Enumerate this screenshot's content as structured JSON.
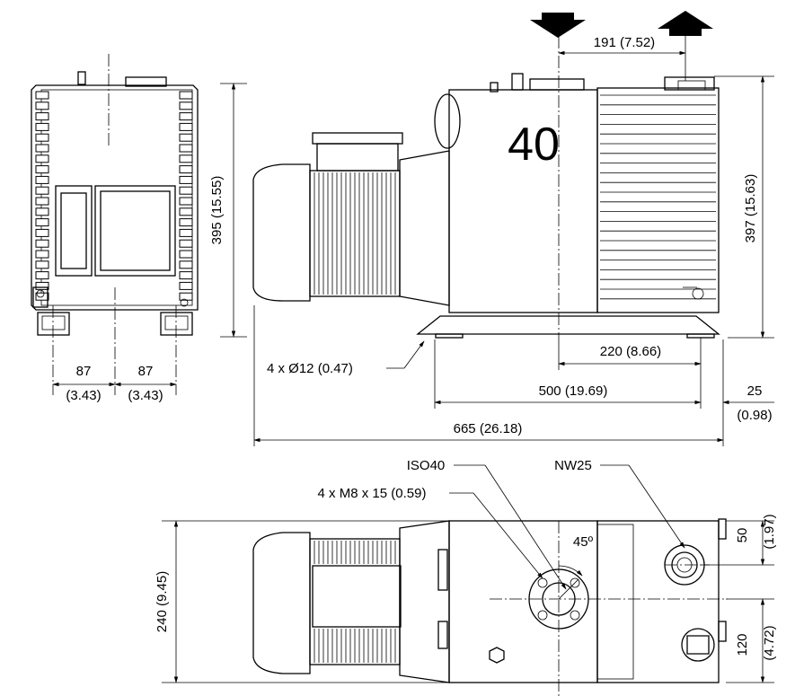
{
  "model_number": "40",
  "dims": {
    "d191": "191 (7.52)",
    "d395": "395 (15.55)",
    "d397": "397 (15.63)",
    "d87a": "87",
    "d87a_in": "(3.43)",
    "d87b": "87",
    "d87b_in": "(3.43)",
    "holes": "4 x Ø12 (0.47)",
    "d220": "220 (8.66)",
    "d500": "500 (19.69)",
    "d25": "25",
    "d25_in": "(0.98)",
    "d665": "665 (26.18)",
    "d240": "240 (9.45)",
    "d50": "50",
    "d50_in": "(1.97)",
    "d120": "120",
    "d120_in": "(4.72)",
    "angle": "45º"
  },
  "labels": {
    "iso": "ISO40",
    "nw": "NW25",
    "m8": "4 x M8 x 15 (0.59)"
  },
  "arrows": {
    "inlet": "down-arrow-icon",
    "outlet": "up-arrow-icon"
  }
}
